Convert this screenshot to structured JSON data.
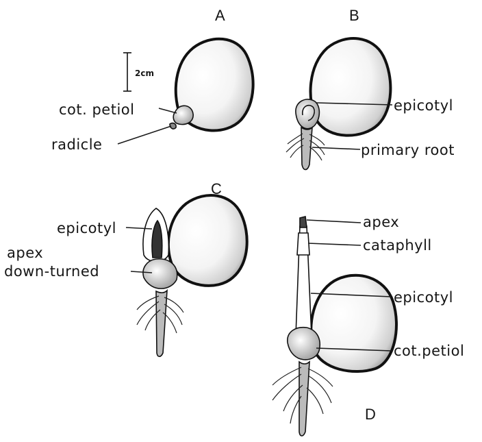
{
  "panels": {
    "a": "A",
    "b": "B",
    "c": "C",
    "d": "D"
  },
  "scale_bar": "2cm",
  "labels": {
    "a_cot_petiol": "cot. petiol",
    "a_radicle": "radicle",
    "b_epicotyl": "epicotyl",
    "b_primary_root": "primary root",
    "c_epicotyl": "epicotyl",
    "c_apex": "apex",
    "c_down_turned": "down-turned",
    "d_apex": "apex",
    "d_cataphyll": "cataphyll",
    "d_epicotyl": "epicotyl",
    "d_cot_petiol": "cot.petiol"
  }
}
